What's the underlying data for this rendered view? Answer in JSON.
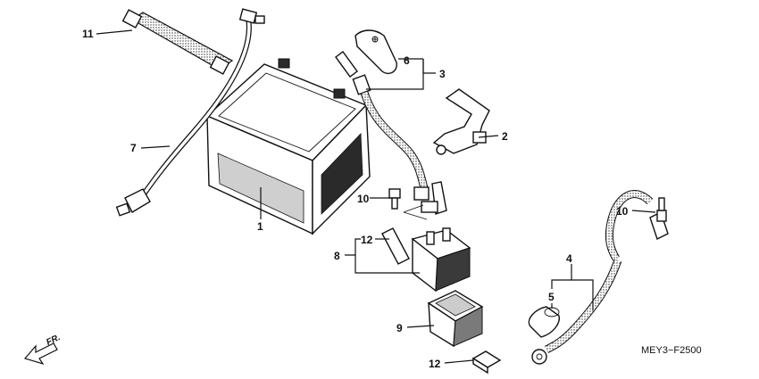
{
  "diagram_code": "MEY3−F2500",
  "direction_label": "FR.",
  "callouts": {
    "c1": "1",
    "c2": "2",
    "c3": "3",
    "c4": "4",
    "c5": "5",
    "c6": "6",
    "c7": "7",
    "c8": "8",
    "c9": "9",
    "c10a": "10",
    "c10b": "10",
    "c11": "11",
    "c12a": "12",
    "c12b": "12"
  },
  "colors": {
    "line": "#111111",
    "background": "#ffffff",
    "cable_fill": "#9a9a9a"
  }
}
